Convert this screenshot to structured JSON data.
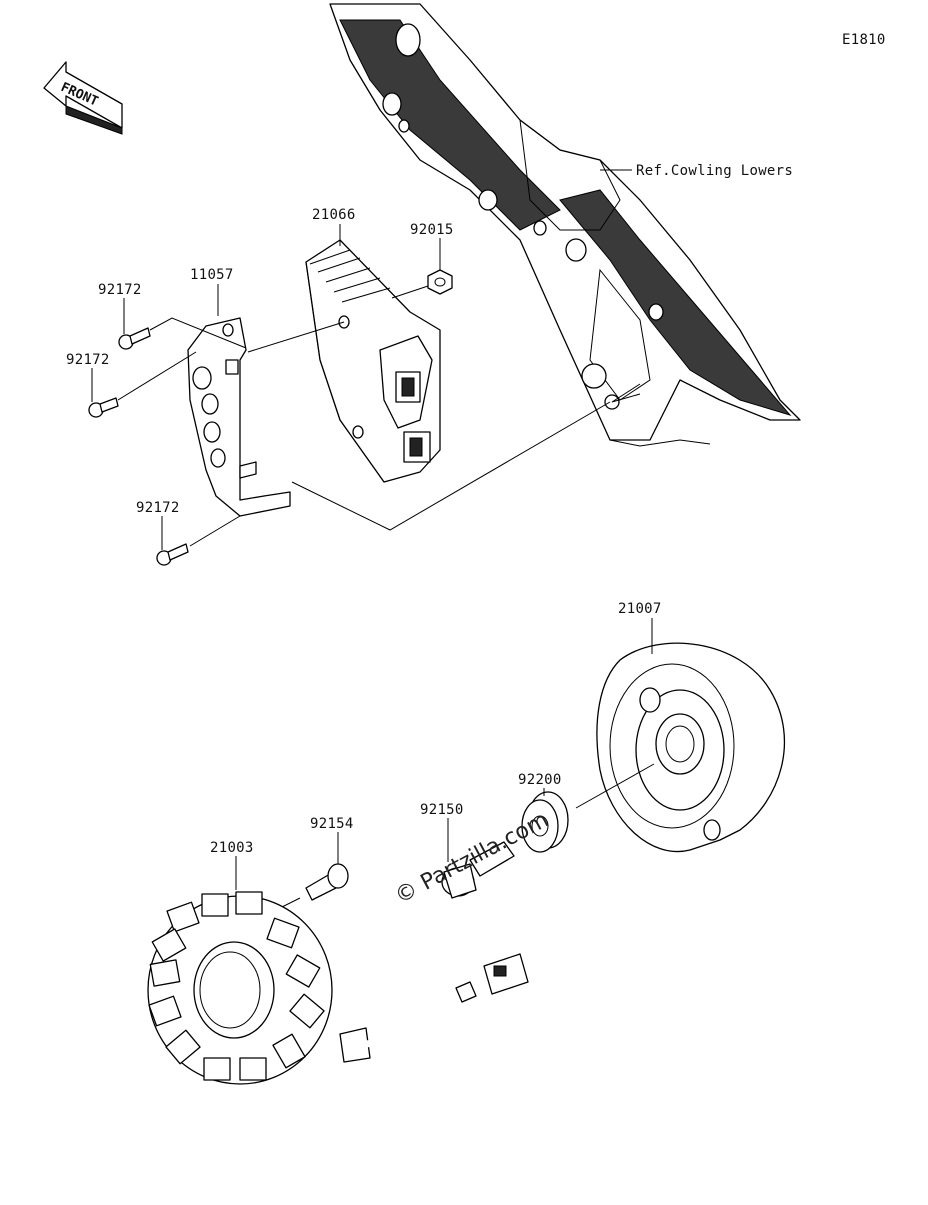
{
  "figure_code": "E1810",
  "front_label": "FRONT",
  "reference_note": "Ref.Cowling Lowers",
  "watermark": "© Partzilla.com",
  "parts": [
    {
      "id": "21066"
    },
    {
      "id": "92015"
    },
    {
      "id": "11057"
    },
    {
      "id": "92172"
    },
    {
      "id": "92172"
    },
    {
      "id": "92172"
    },
    {
      "id": "21007"
    },
    {
      "id": "92200"
    },
    {
      "id": "92150"
    },
    {
      "id": "92154"
    },
    {
      "id": "21003"
    }
  ]
}
